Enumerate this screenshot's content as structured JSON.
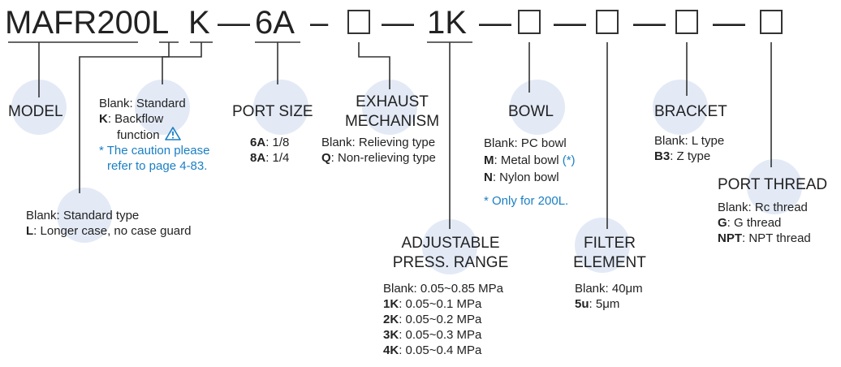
{
  "code": {
    "model": "MAFR200L",
    "k": "K",
    "d1": "—",
    "port": "6A",
    "d2": "–",
    "d3": "—",
    "adj": "1K",
    "d4": "—",
    "d5": "—",
    "d6": "—",
    "d7": "—"
  },
  "model": {
    "title": "MODEL"
  },
  "longer": {
    "lines": [
      "Blank: Standard type",
      "L: Longer case, no case guard"
    ],
    "keys": [
      "",
      "L"
    ]
  },
  "backflow": {
    "l1": "Blank: Standard",
    "k_key": "K",
    "k_rest": ": Backflow",
    "l3": "function",
    "note1": "* The caution please",
    "note2": "refer to page 4-83.",
    "warning_icon": "warning-triangle"
  },
  "port_size": {
    "title": "PORT SIZE",
    "opts": [
      {
        "key": "6A",
        "val": ": 1/8"
      },
      {
        "key": "8A",
        "val": ": 1/4"
      }
    ]
  },
  "exhaust": {
    "title1": "EXHAUST",
    "title2": "MECHANISM",
    "opt1": "Blank: Relieving type",
    "q_key": "Q",
    "q_val": ": Non-relieving type"
  },
  "adjustable": {
    "title1": "ADJUSTABLE",
    "title2": "PRESS. RANGE",
    "blank": "Blank: 0.05~0.85 MPa",
    "opts": [
      {
        "key": "1K",
        "val": ": 0.05~0.1 MPa"
      },
      {
        "key": "2K",
        "val": ": 0.05~0.2 MPa"
      },
      {
        "key": "3K",
        "val": ": 0.05~0.3 MPa"
      },
      {
        "key": "4K",
        "val": ": 0.05~0.4 MPa"
      }
    ]
  },
  "bowl": {
    "title": "BOWL",
    "blank": "Blank: PC bowl",
    "m_key": "M",
    "m_val": ": Metal bowl",
    "m_mark": "(*)",
    "n_key": "N",
    "n_val": ": Nylon bowl",
    "note": "* Only for 200L."
  },
  "filter": {
    "title1": "FILTER",
    "title2": "ELEMENT",
    "blank": "Blank: 40μm",
    "u_key": "5u",
    "u_val": ": 5μm"
  },
  "bracket": {
    "title": "BRACKET",
    "blank": "Blank: L type",
    "b_key": "B3",
    "b_val": ": Z type"
  },
  "port_thread": {
    "title": "PORT THREAD",
    "blank": "Blank: Rc thread",
    "g_key": "G",
    "g_val": ": G thread",
    "n_key": "NPT",
    "n_val": ": NPT thread"
  },
  "colors": {
    "accent_blue": "#1a7fc4",
    "circle": "#e3eaf6",
    "line": "#333333"
  }
}
